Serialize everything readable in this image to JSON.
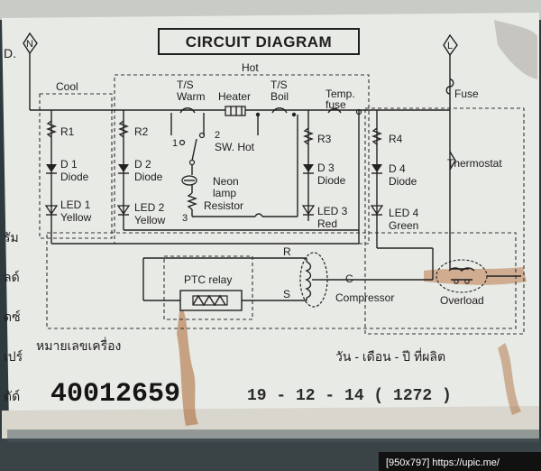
{
  "diagram": {
    "title": "CIRCUIT DIAGRAM",
    "terminals": {
      "neutral": "N",
      "line": "L"
    },
    "groups": {
      "cool": "Cool",
      "hot": "Hot"
    },
    "cool": {
      "resistor": "R1",
      "diode_id": "D 1",
      "diode_text": "Diode",
      "led_id": "LED 1",
      "led_color": "Yellow"
    },
    "hot_yellow": {
      "resistor": "R2",
      "diode_id": "D 2",
      "diode_text": "Diode",
      "led_id": "LED 2",
      "led_color": "Yellow"
    },
    "hot_switch": {
      "ts_warm_1": "T/S",
      "ts_warm_2": "Warm",
      "heater": "Heater",
      "ts_boil_1": "T/S",
      "ts_boil_2": "Boil",
      "pin1": "1",
      "pin2": "2",
      "pin3": "3",
      "sw_hot": "SW. Hot",
      "neon_1": "Neon",
      "neon_2": "lamp",
      "resistor_text": "Resistor"
    },
    "temp_fuse": {
      "line1": "Temp.",
      "line2": "fuse"
    },
    "hot_red": {
      "resistor": "R3",
      "diode_id": "D 3",
      "diode_text": "Diode",
      "led_id": "LED 3",
      "led_color": "Red"
    },
    "right": {
      "resistor": "R4",
      "diode_id": "D 4",
      "diode_text": "Diode",
      "led_id": "LED 4",
      "led_color": "Green"
    },
    "fuse": "Fuse",
    "thermostat": "Thermostat",
    "ptc_relay": "PTC relay",
    "compressor": {
      "label": "Compressor",
      "pin_r": "R",
      "pin_c": "C",
      "pin_s": "S"
    },
    "overload": "Overload"
  },
  "label_panel": {
    "serial_caption": "หมายเลขเครื่อง",
    "serial_value": "40012659",
    "date_caption": "วัน - เดือน - ปี ที่ผลิต",
    "date_value": "19 - 12 - 14 ( 1272 )",
    "left_edge_fragments": [
      "D.",
      "รัม",
      "ลด์",
      "ดซ์",
      "เปร์",
      "ดัด์"
    ]
  },
  "watermark": "[950x797] https://upic.me/",
  "colors": {
    "sticker": "#e9ebe8",
    "ink": "#1e1e1e",
    "rust": "#a9652f",
    "backdrop": "#2f3a3e"
  }
}
